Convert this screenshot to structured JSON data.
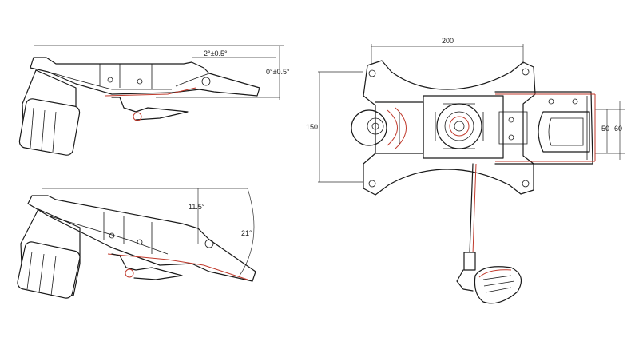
{
  "dimensions": {
    "side_top_gap": "2°±0.5°",
    "side_top_angle": "0°±0.5°",
    "side_bottom_tilt": "11.5°",
    "side_bottom_angle": "21°",
    "top_width": "200",
    "top_height": "150",
    "slot_inner": "50",
    "slot_outer": "60"
  },
  "colors": {
    "line": "#1a1a1a",
    "accent": "#c0392b"
  }
}
